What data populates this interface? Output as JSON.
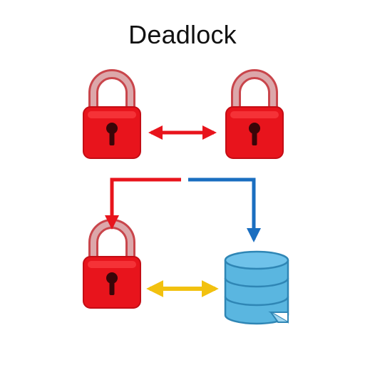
{
  "diagram": {
    "title": "Deadlock",
    "nodes": [
      {
        "id": "lock-top-left",
        "kind": "padlock"
      },
      {
        "id": "lock-top-right",
        "kind": "padlock"
      },
      {
        "id": "lock-bottom-left",
        "kind": "padlock"
      },
      {
        "id": "database",
        "kind": "database"
      }
    ],
    "edges": [
      {
        "from": "lock-top-left",
        "to": "lock-top-right",
        "style": "double-arrow",
        "color": "#e8141c"
      },
      {
        "from": "center",
        "to": "lock-bottom-left",
        "style": "elbow-arrow",
        "color": "#e8141c"
      },
      {
        "from": "center",
        "to": "database",
        "style": "elbow-arrow",
        "color": "#1a6ec0"
      },
      {
        "from": "lock-bottom-left",
        "to": "database",
        "style": "double-arrow",
        "color": "#f2c10f"
      }
    ],
    "colors": {
      "lock_body": "#e8141c",
      "lock_shackle": "#d9a3a6",
      "red_arrow": "#e8141c",
      "blue_arrow": "#1a6ec0",
      "yellow_arrow": "#f2c10f",
      "database_fill": "#5ab6e0",
      "database_stroke": "#2f86b5"
    }
  }
}
